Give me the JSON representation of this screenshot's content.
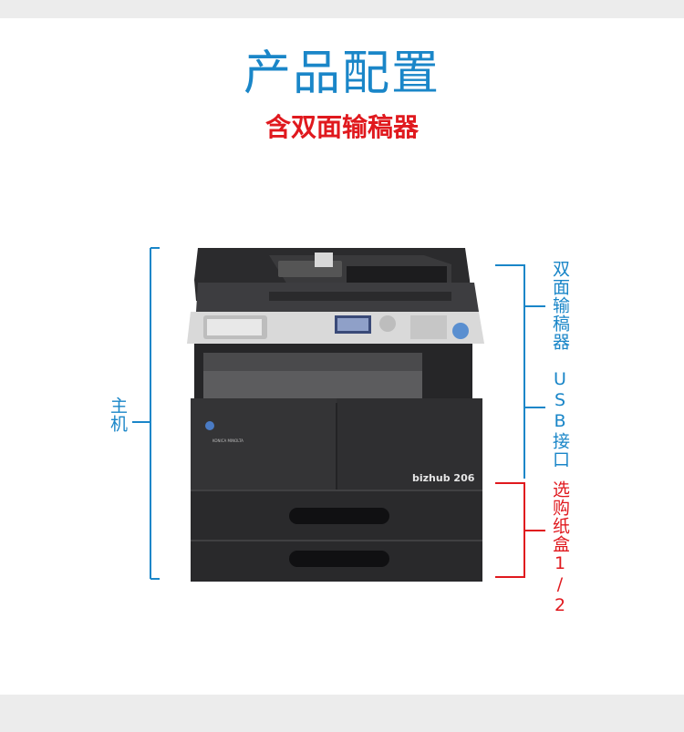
{
  "header": {
    "title": "产品配置",
    "subtitle": "含双面输稿器"
  },
  "labels": {
    "main_unit": "主机",
    "duplex_feeder": "双面输稿器",
    "usb_port": "USB接口",
    "paper_trays": "选购纸盒1/2"
  },
  "product": {
    "brand": "KONICA MINOLTA",
    "model": "bizhub 206"
  },
  "colors": {
    "accent_blue": "#1a86c8",
    "accent_red": "#e0191e",
    "page_bg": "#ececec"
  }
}
